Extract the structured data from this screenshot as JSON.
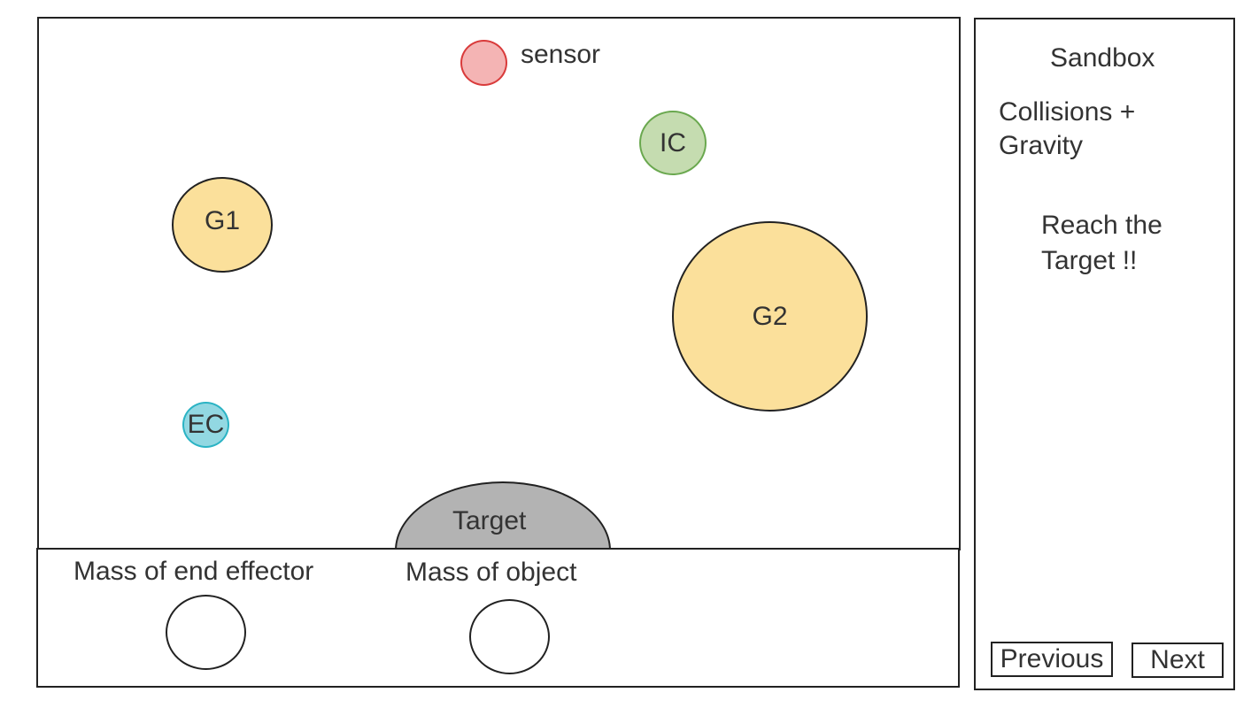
{
  "sandbox": {
    "sensor_label": "sensor",
    "ic_label": "IC",
    "g1_label": "G1",
    "g2_label": "G2",
    "ec_label": "EC",
    "target_label": "Target"
  },
  "controls": {
    "mass_end_effector_label": "Mass of end effector",
    "mass_object_label": "Mass of object"
  },
  "side_panel": {
    "title": "Sandbox",
    "mode_line1": "Collisions +",
    "mode_line2": "Gravity",
    "goal_line1": "Reach the",
    "goal_line2": "Target !!",
    "previous_label": "Previous",
    "next_label": "Next"
  },
  "colors": {
    "sensor_fill": "#f4b4b4",
    "sensor_stroke": "#d93b3b",
    "ic_fill": "#c5dcb0",
    "ic_stroke": "#6aa84f",
    "gravity_fill": "#fbe09b",
    "ec_fill": "#92d8e2",
    "ec_stroke": "#2bb3c4",
    "target_fill": "#b3b3b3"
  }
}
